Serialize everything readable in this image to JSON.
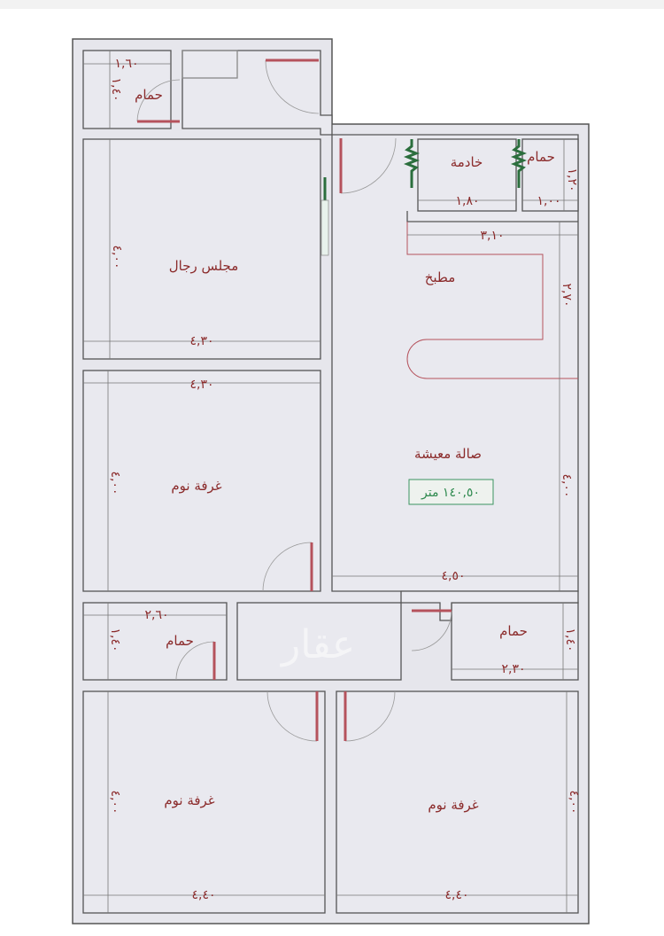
{
  "rooms": {
    "mens_majlis": "مجلس رجال",
    "bedroom_1": "غرفة نوم",
    "bedroom_2": "غرفة نوم",
    "bedroom_3": "غرفة نوم",
    "living_hall": "صالة معيشة",
    "kitchen": "مطبخ",
    "maid_room": "خادمة",
    "bath_top_left": "حمام",
    "bath_top_right": "حمام",
    "bath_bottom_left": "حمام",
    "bath_bottom_right": "حمام"
  },
  "area_badge": "١٤٠,٥٠ متر",
  "dimensions": {
    "bath_top_left_w": "١,٦٠",
    "bath_top_left_h": "١,٤٠",
    "majlis_h": "٤,٠٠",
    "majlis_w": "٤,٣٠",
    "bedroom_1_w": "٤,٣٠",
    "bedroom_1_h": "٤,٠٠",
    "maid_w": "١,٨٠",
    "bath_top_right_w": "١,٠٠",
    "bath_top_right_h": "١,٢٠",
    "kitchen_w": "٣,١٠",
    "kitchen_h": "٢,٧٠",
    "living_h": "٤,٠٠",
    "living_w": "٤,٥٠",
    "bath_bottom_left_w": "٢,٦٠",
    "bath_bottom_left_h": "١,٤٠",
    "bath_bottom_right_w": "٢,٣٠",
    "bath_bottom_right_h": "١,٤٠",
    "bedroom_2_h": "٤,٠٠",
    "bedroom_2_w": "٤,٤٠",
    "bedroom_3_h": "٤,٠٠",
    "bedroom_3_w": "٤,٤٠"
  },
  "watermark": "عقار",
  "colors": {
    "label": "#8b2b2b",
    "area": "#2f8a4f",
    "wall": "#555555",
    "floor": "#e6e6ec"
  }
}
